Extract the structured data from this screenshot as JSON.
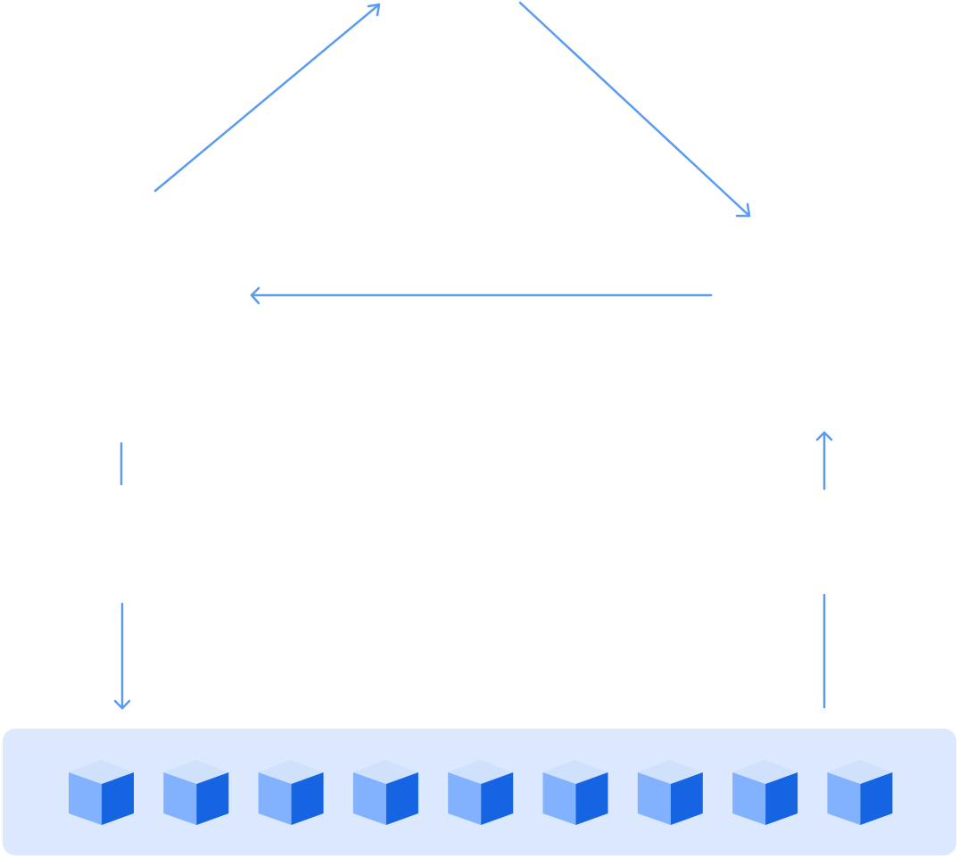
{
  "diagram": {
    "node_count": 9,
    "colors": {
      "arrow": "#5b9cf0",
      "panel": "#dce8fd",
      "cube_top": "#c7dafc",
      "cube_left": "#82b1fd",
      "cube_right": "#1565e3"
    },
    "arrows": [
      {
        "name": "arrow-left-to-top",
        "head": "end"
      },
      {
        "name": "arrow-top-to-right",
        "head": "end"
      },
      {
        "name": "arrow-right-to-left",
        "head": "end"
      },
      {
        "name": "line-left-upper-segment",
        "head": "none"
      },
      {
        "name": "arrow-left-down-to-nodes",
        "head": "end"
      },
      {
        "name": "line-right-lower-segment",
        "head": "none"
      },
      {
        "name": "arrow-right-up",
        "head": "end"
      }
    ]
  }
}
